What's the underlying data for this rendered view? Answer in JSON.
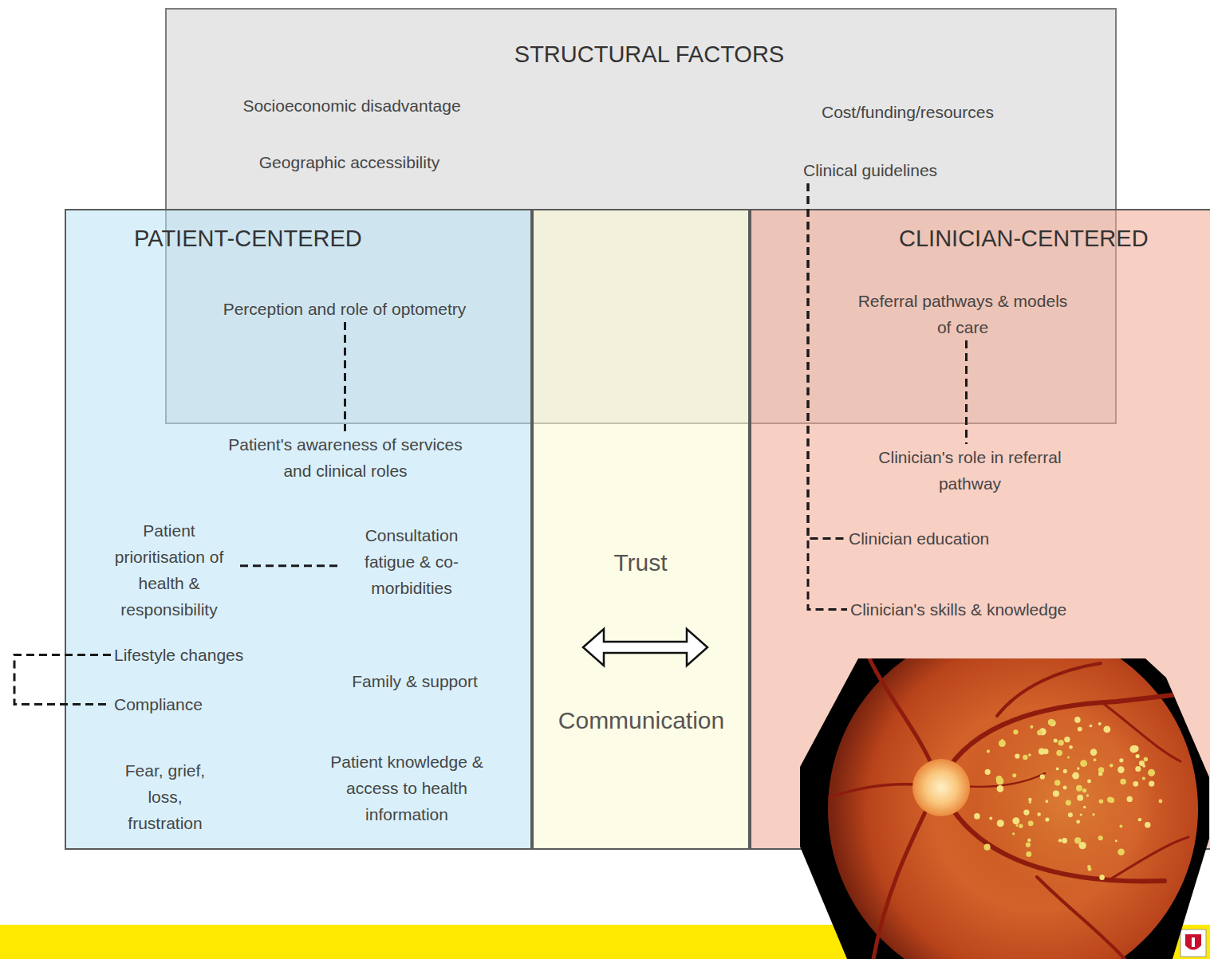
{
  "diagram": {
    "nodes": [
      {
        "text": [
          "STRUCTURAL FACTORS"
        ]
      },
      {
        "text": [
          "Socioeconomic disadvantage"
        ],
        "in": 0
      },
      {
        "text": [
          "Geographic accessibility"
        ],
        "in": 0
      },
      {
        "text": [
          "Cost/funding/resources"
        ],
        "in": 0
      },
      {
        "text": [
          "Clinical guidelines"
        ],
        "in": 0
      },
      {
        "text": [
          "PATIENT-CENTERED"
        ]
      },
      {
        "text": [
          "Perception and role of optometry"
        ],
        "in": 5
      },
      {
        "text": [
          "Patient's awareness of services and clinical roles"
        ],
        "in": 5
      },
      {
        "text": [
          "Patient prioritisation of health & responsibility"
        ],
        "in": 5
      },
      {
        "text": [
          "Consultation fatigue & co-morbidities"
        ],
        "in": 5
      },
      {
        "text": [
          "Lifestyle changes"
        ],
        "in": 5
      },
      {
        "text": [
          "Compliance"
        ],
        "in": 5
      },
      {
        "text": [
          "Family & support"
        ],
        "in": 5
      },
      {
        "text": [
          "Fear, grief, loss, frustration"
        ],
        "in": 5
      },
      {
        "text": [
          "Patient knowledge & access to health information"
        ],
        "in": 5
      },
      {
        "text": [
          "Trust",
          "Communication"
        ]
      },
      {
        "text": [
          "CLINICIAN-CENTERED"
        ]
      },
      {
        "text": [
          "Referral pathways & models of care"
        ],
        "in": 16
      },
      {
        "text": [
          "Clinician's role in referral pathway"
        ],
        "in": 16
      },
      {
        "text": [
          "Clinician education"
        ],
        "in": 16
      },
      {
        "text": [
          "Clinician's skills & knowledge"
        ],
        "in": 16
      }
    ],
    "edges": [
      {
        "from": 6,
        "to": 7,
        "arrow": "none"
      },
      {
        "from": 8,
        "to": 9,
        "arrow": "none"
      },
      {
        "from": 10,
        "to": 11,
        "arrow": "none"
      },
      {
        "from": 4,
        "to": 19,
        "arrow": "none"
      },
      {
        "from": 4,
        "to": 20,
        "arrow": "none"
      },
      {
        "from": 17,
        "to": 18,
        "arrow": "none"
      }
    ]
  }
}
